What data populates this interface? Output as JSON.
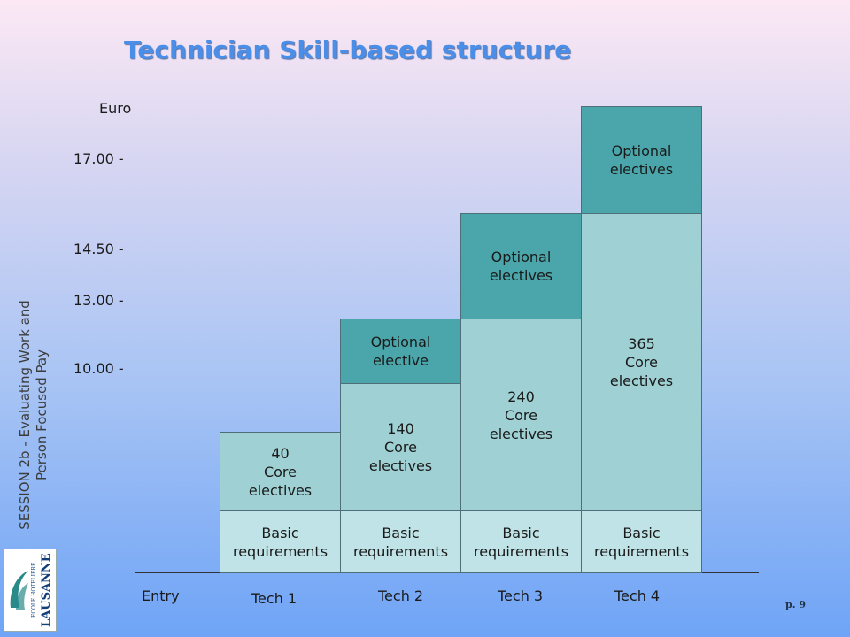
{
  "title": "Technician Skill-based structure",
  "sidebar_text": {
    "line1": "SESSION 2b - Evaluating Work and",
    "line2": "Person Focused Pay"
  },
  "logo": {
    "small_text": "ECOLE HOTELIERE",
    "big_text": "LAUSANNE"
  },
  "y_axis": {
    "unit": "Euro",
    "ticks": [
      "17.00 -",
      "14.50 -",
      "13.00 -",
      "10.00 -"
    ]
  },
  "columns": [
    {
      "label": "Entry",
      "basic": "",
      "core": [],
      "optional": []
    },
    {
      "label": "Tech 1",
      "basic": [
        "Basic",
        "requirements"
      ],
      "core": [
        "40",
        "Core",
        "electives"
      ],
      "optional": []
    },
    {
      "label": "Tech 2",
      "basic": [
        "Basic",
        "requirements"
      ],
      "core": [
        "140",
        "Core",
        "electives"
      ],
      "optional": [
        "Optional",
        "elective"
      ]
    },
    {
      "label": "Tech 3",
      "basic": [
        "Basic",
        "requirements"
      ],
      "core": [
        "240",
        "Core",
        "electives"
      ],
      "optional": [
        "Optional",
        "electives"
      ]
    },
    {
      "label": "Tech 4",
      "basic": [
        "Basic",
        "requirements"
      ],
      "core": [
        "365",
        "Core",
        "electives"
      ],
      "optional": [
        "Optional",
        "electives"
      ]
    }
  ],
  "colors": {
    "basic": "#bfe3e6",
    "core": "#9fd0d4",
    "optional": "#4aa6aa",
    "title": "#4a8ee8"
  },
  "page_number": "p. 9"
}
